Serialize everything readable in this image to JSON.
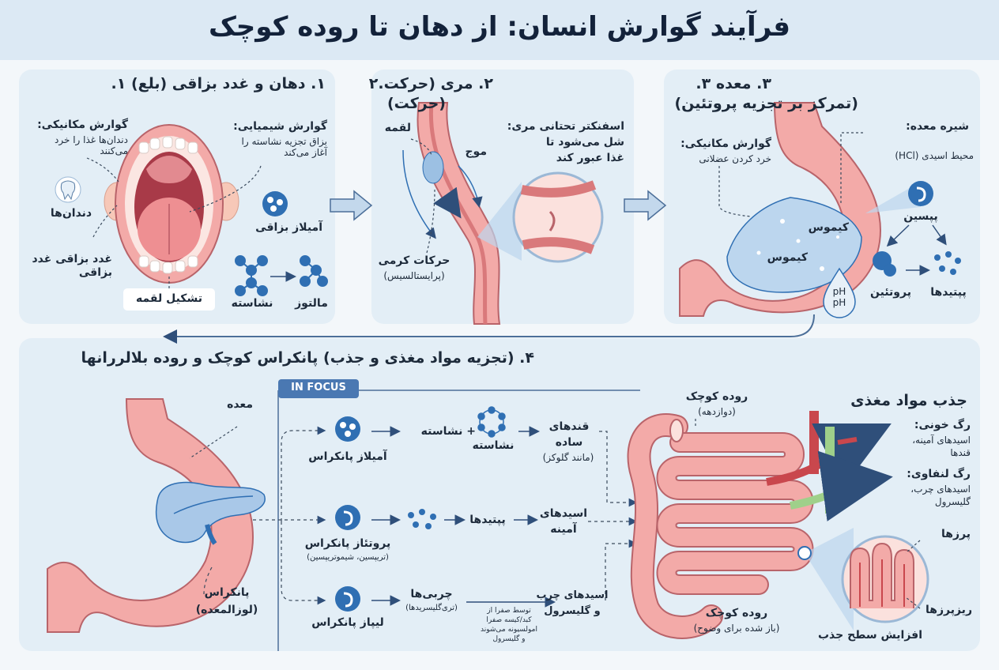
{
  "title": "فرآیند گوارش انسان: از دهان تا روده کوچک",
  "colors": {
    "background": "#f3f7fa",
    "panel": "#e3eef6",
    "tissue": "#f3aaa8",
    "tissue_dark": "#d9797b",
    "enzyme": "#2f6fb3",
    "light_blue": "#bcd6ee",
    "vein": "#c9474d",
    "lymph": "#9fd08a"
  },
  "panel1": {
    "heading": "۱. دهان و غدد بزاقی (بلع) ۱.",
    "mechanical_title": "گوارش مکانیکی:",
    "mechanical_text": "دندان‌ها غذا را خرد می‌کنند",
    "chemical_title": "گوارش شیمیایی:",
    "chemical_text": "بزاق تجزیه نشاسته را آغاز می‌کند",
    "teeth": "دندان‌ها",
    "glands": "غدد بزاقی غدد بزاقی",
    "amylase": "آمیلاز بزاقی",
    "starch": "نشاسته",
    "maltose": "مالتوز",
    "bolus": "تشکیل لقمه",
    "icons": [
      "tooth-icon",
      "enzyme-icon",
      "starch-molecule-icon",
      "maltose-molecule-icon"
    ]
  },
  "panel2": {
    "heading_line1": "۲. مری (حرکت.۲",
    "heading_line2": "(حرکت)",
    "bolus": "لقمه",
    "wave": "موج",
    "sphincter_line1": "اسفنکتر تحتانی مری:",
    "sphincter_line2": "شل می‌شود تا",
    "sphincter_line3": "غذا عبور کند",
    "peristalsis_line1": "حرکات کرمی",
    "peristalsis_line2": "(پرایستالسیس)"
  },
  "panel3": {
    "heading_line1": "۳. معده ۳.",
    "heading_line2": "(تمرکز بر تجزیه پروتئین)",
    "juice_title": "شیره معده:",
    "juice_text": "محیط اسیدی (HCl)",
    "mechanical_title": "گوارش مکانیکی:",
    "mechanical_text": "خرد کردن عضلانی",
    "chyme1": "کیموس",
    "chyme2": "کیموس",
    "pepsin": "پپسین",
    "protein": "پروتئین",
    "peptides": "پپتیدها",
    "ph": "pH pH"
  },
  "panel4": {
    "heading": "۴. (تجزیه مواد مغذی و جذب) پانکراس کوچک و روده بلالررانها",
    "badge": "IN FOCUS",
    "stomach": "معده",
    "pancreas_line1": "پانکراس",
    "pancreas_line2": "(لوزالمعده)",
    "amylase": "آمیلاز پانکراس",
    "plus_starch": "+ نشاسته",
    "starch": "نشاسته",
    "sugars_line1": "قندهای",
    "sugars_line2": "ساده",
    "sugars_line3": "(مانند گلوکز)",
    "protease": "پروتئاز پانکراس",
    "protease_sub": "(تریپسین، شیموتریپسین)",
    "peptides": "پپتیدها",
    "amino_line1": "اسیدهای",
    "amino_line2": "آمینه",
    "lipase": "لیپاز پانکراس",
    "fats_line1": "چربی‌ها",
    "fats_line2": "(تری‌گلیسریدها)",
    "bile_line1": "توسط صفرا از",
    "bile_line2": "کبد/کیسه صفرا",
    "bile_line3": "امولسیونه می‌شوند",
    "bile_line4": "و گلیسرول",
    "fatty_line1": "اسیدهای چرب",
    "fatty_line2": "و گلیسرول",
    "si_top_line1": "روده کوچک",
    "si_top_line2": "(دوازدهه)",
    "si_bottom_line1": "روده کوچک",
    "si_bottom_line2": "(باز شده برای وضوح)",
    "absorption": "جذب مواد مغذی",
    "blood_title": "رگ خونی:",
    "blood_text1": "اسیدهای آمینه،",
    "blood_text2": "قندها",
    "lymph_title": "رگ لنفاوی:",
    "lymph_text1": "اسیدهای چرب،",
    "lymph_text2": "گلیسرول",
    "villi": "پرزها",
    "microvilli": "ریزپرزها",
    "surface": "افزایش سطح جذب"
  }
}
